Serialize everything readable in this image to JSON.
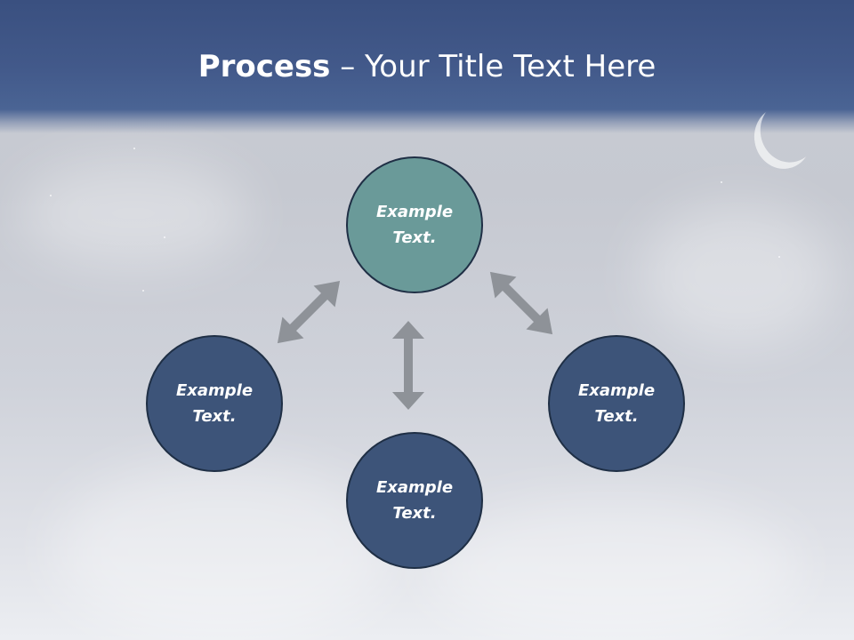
{
  "slide": {
    "title_bold": "Process",
    "title_rest": " – Your Title Text Here"
  },
  "diagram": {
    "nodes": [
      {
        "id": "top",
        "line1": "Example",
        "line2": "Text.",
        "color": "#6a9a99"
      },
      {
        "id": "left",
        "line1": "Example",
        "line2": "Text.",
        "color": "#3d5479"
      },
      {
        "id": "bottom",
        "line1": "Example",
        "line2": "Text.",
        "color": "#3d5479"
      },
      {
        "id": "right",
        "line1": "Example",
        "line2": "Text.",
        "color": "#3d5479"
      }
    ],
    "arrow_color": "#8e9298"
  }
}
